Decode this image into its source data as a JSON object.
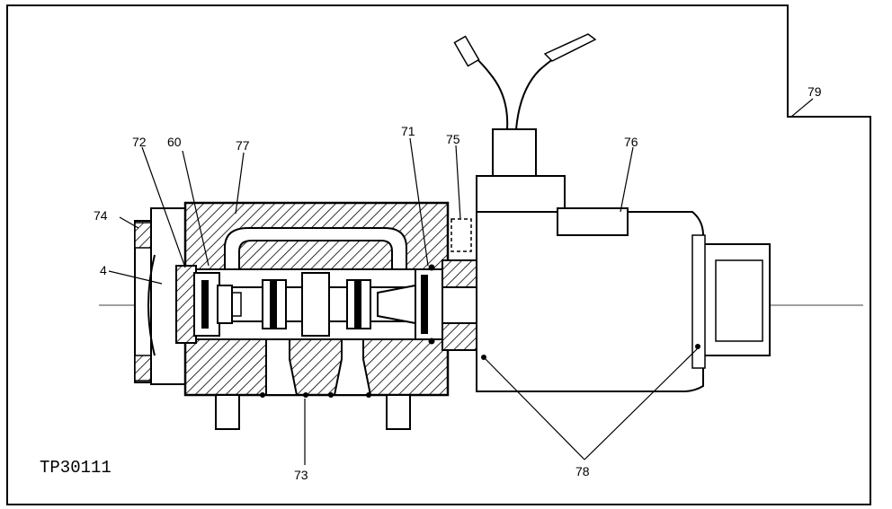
{
  "figure_id": "TP30111",
  "callouts": {
    "c4": "4",
    "c60": "60",
    "c71": "71",
    "c72": "72",
    "c73": "73",
    "c74": "74",
    "c75": "75",
    "c76": "76",
    "c77": "77",
    "c78": "78",
    "c79": "79"
  },
  "colors": {
    "ink": "#000000",
    "paper": "#ffffff"
  }
}
